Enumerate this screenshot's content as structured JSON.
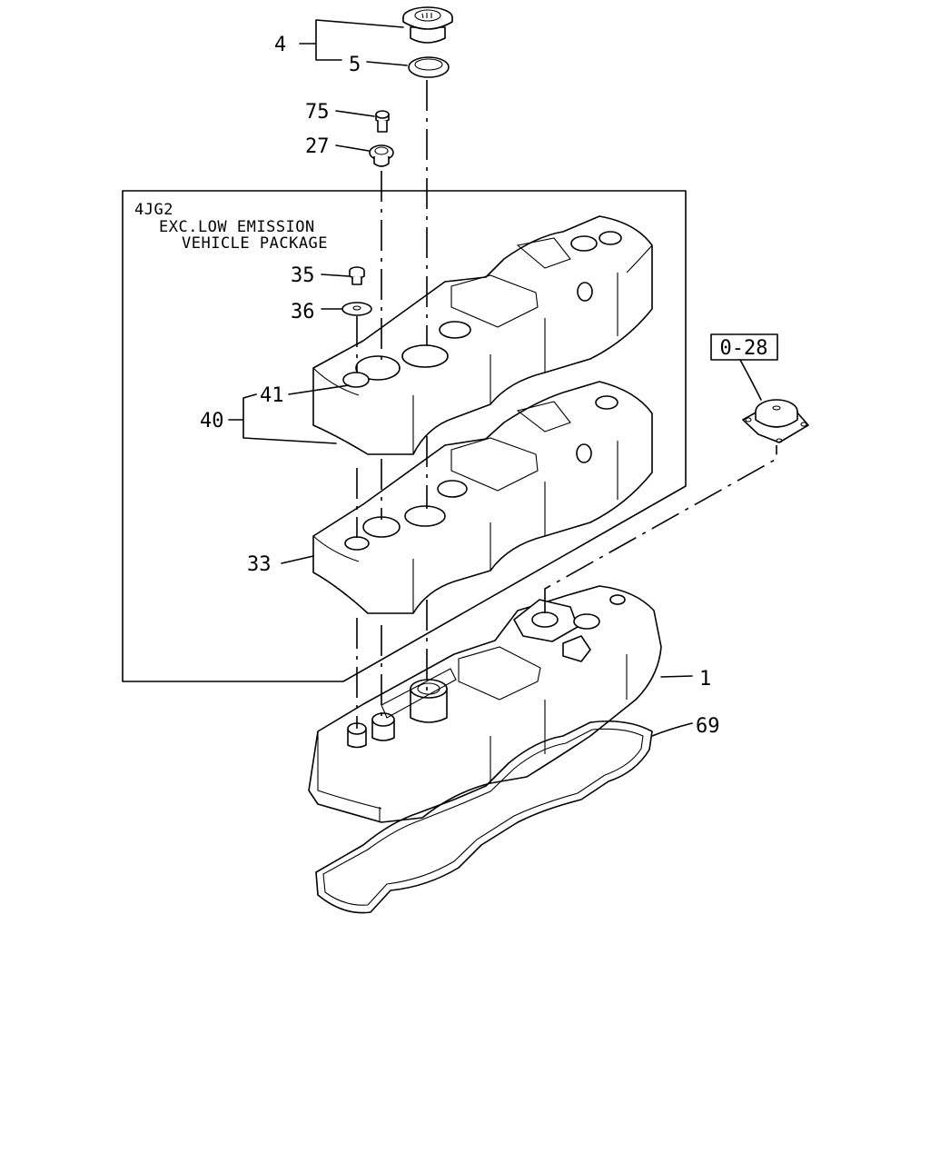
{
  "diagram": {
    "note_box": {
      "line1": "4JG2",
      "line2": "EXC.LOW EMISSION",
      "line3": "VEHICLE PACKAGE"
    },
    "ref_box": "0-28",
    "callouts": {
      "c4": "4",
      "c5": "5",
      "c75": "75",
      "c27": "27",
      "c35": "35",
      "c36": "36",
      "c41": "41",
      "c40": "40",
      "c33": "33",
      "c1": "1",
      "c69": "69"
    }
  }
}
